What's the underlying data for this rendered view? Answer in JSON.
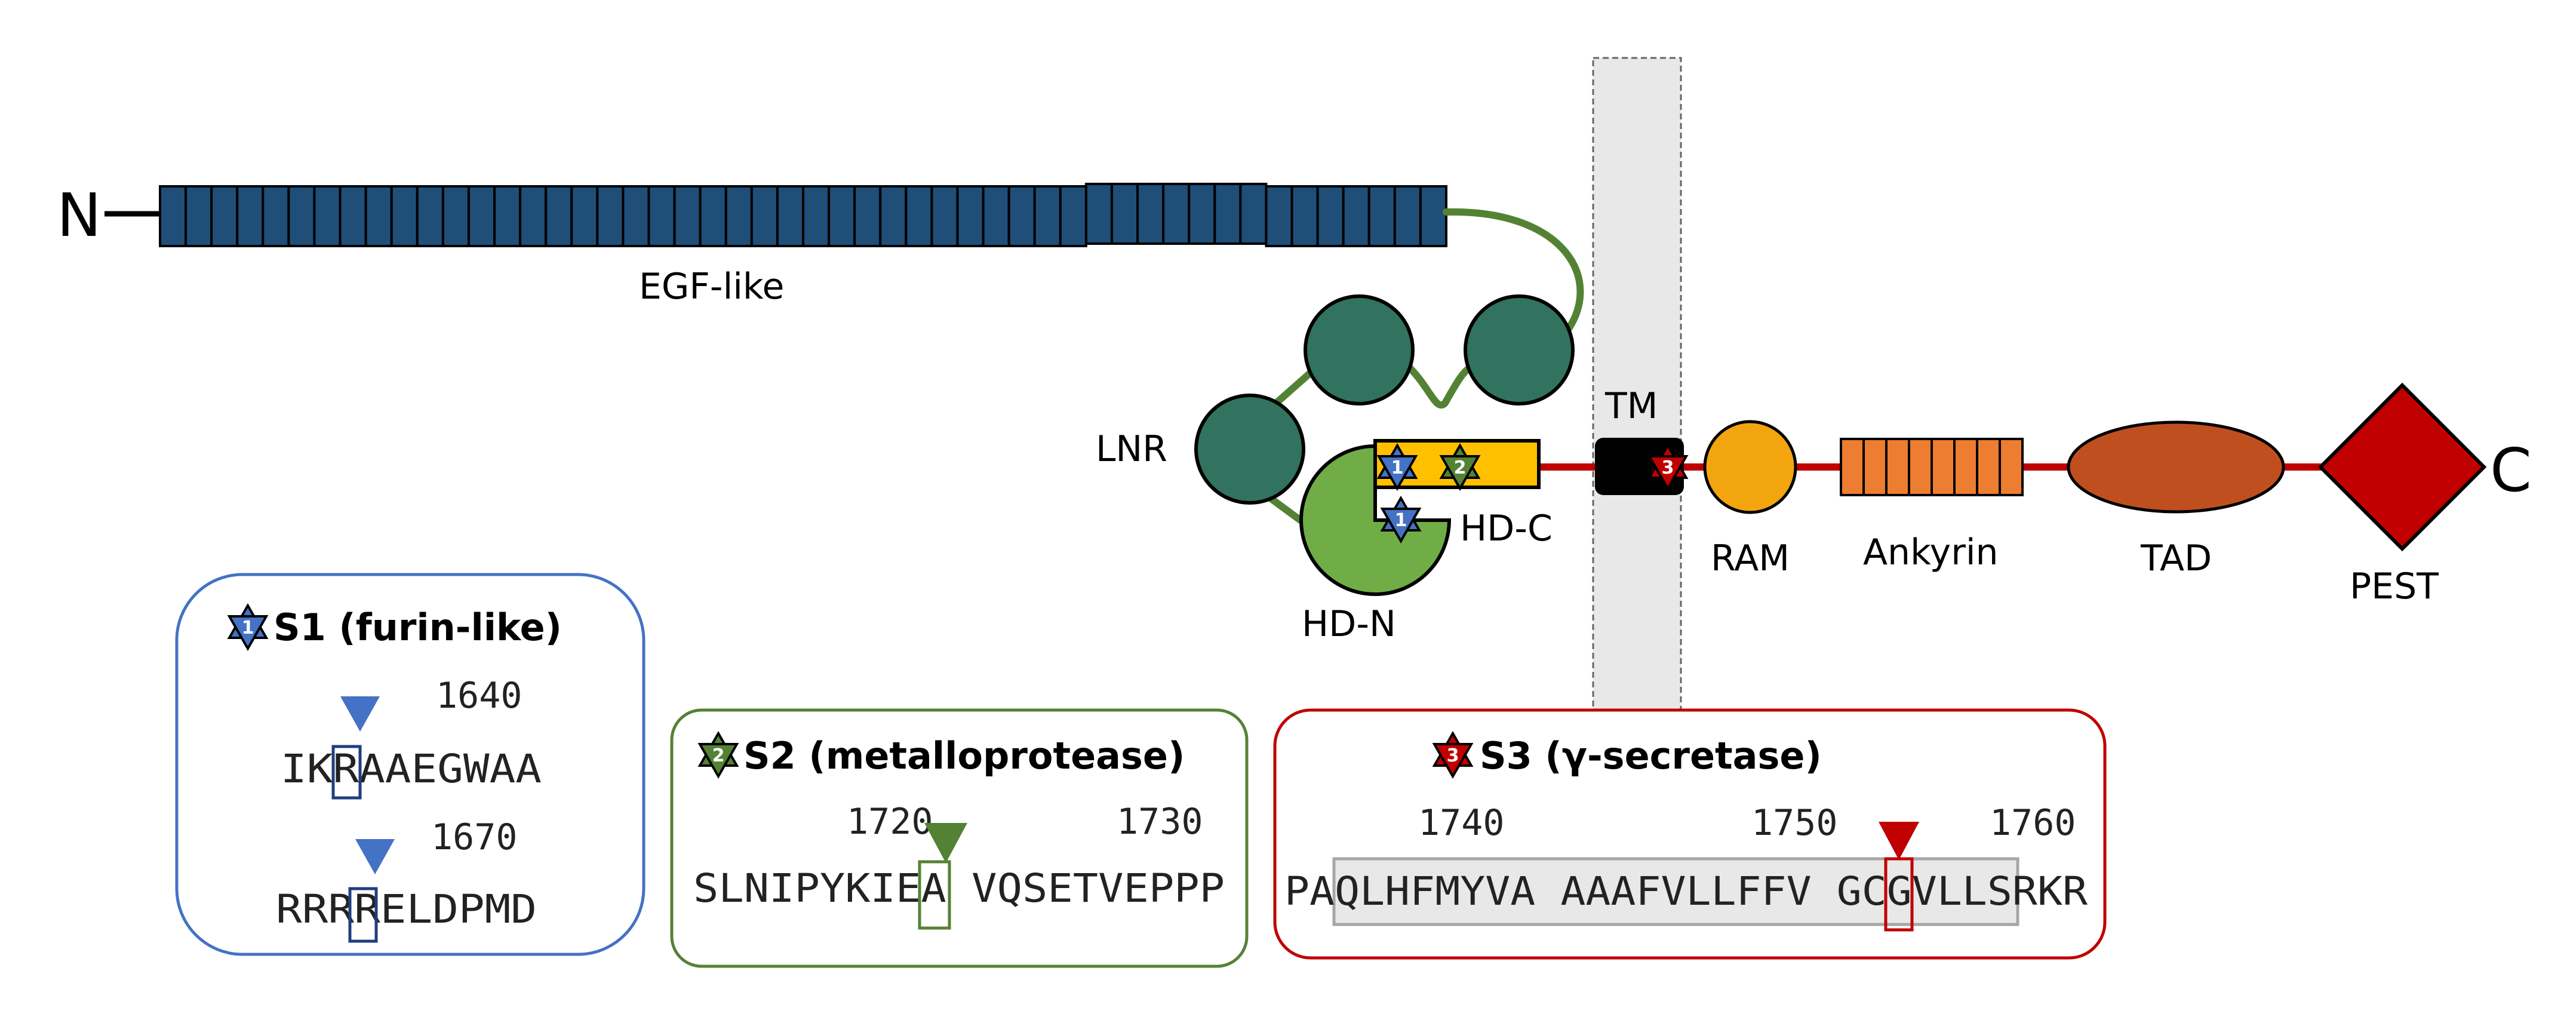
{
  "terminals": {
    "n": "N",
    "c": "C"
  },
  "domains": {
    "egf": "EGF-like",
    "lnr": "LNR",
    "hdn": "HD-N",
    "hdc": "HD-C",
    "tm": "TM",
    "ram": "RAM",
    "ankyrin": "Ankyrin",
    "tad": "TAD",
    "pest": "PEST"
  },
  "colors": {
    "egf": "#1F4E79",
    "lnr": "#31735E",
    "linker": "#548235",
    "hdn": "#70AD47",
    "hdc": "#FFC000",
    "intracellular_line": "#C00000",
    "ram": "#F2A50F",
    "ankyrin": "#ED7D31",
    "tad": "#C04F1F",
    "pest": "#C00000",
    "membrane": "#E8E8E8",
    "s1": "#4472C4",
    "s2": "#548235",
    "s3": "#C00000"
  },
  "sites": {
    "s1": {
      "star": "1",
      "title": "S1 (furin-like)",
      "seq1_pos": "1640",
      "seq1": "IKRAAEGWAA",
      "seq2_pos": "1670",
      "seq2": "RRRRELDPMD"
    },
    "s2": {
      "star": "2",
      "title": "S2 (metalloprotease)",
      "pos1": "1720",
      "pos2": "1730",
      "seq": "SLNIPYKIEA VQSETVEPPP"
    },
    "s3": {
      "star": "3",
      "title": "S3 (γ-secretase)",
      "pos1": "1740",
      "pos2": "1750",
      "pos3": "1760",
      "seq": "PAQLHFMYVA AAAFVLLFFV GCGVLLSRKR"
    }
  }
}
